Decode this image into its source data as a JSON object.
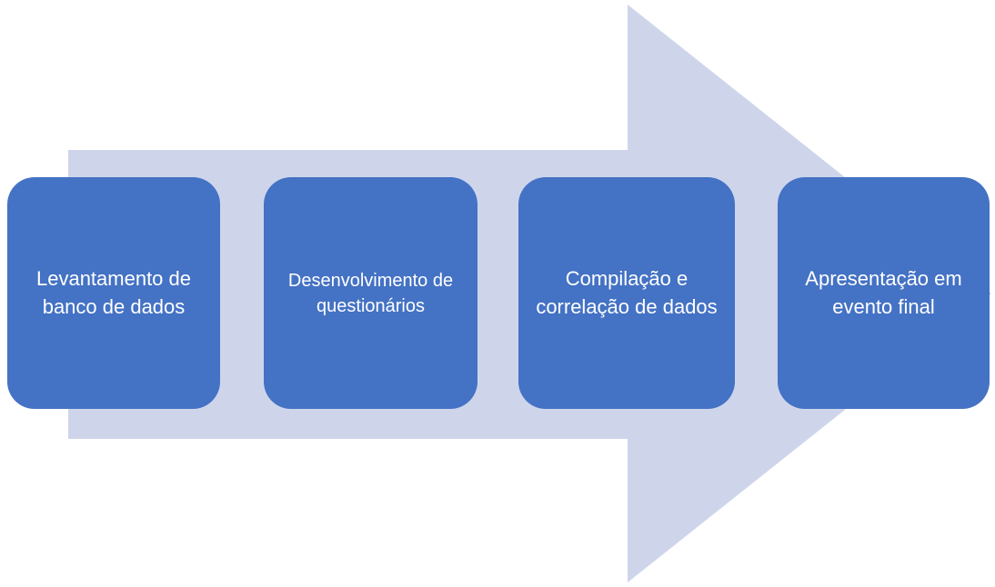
{
  "diagram": {
    "type": "process-arrow",
    "direction": "right",
    "steps": [
      {
        "label": "Levantamento de banco de dados"
      },
      {
        "label": "Desenvolvimento de questionários"
      },
      {
        "label": "Compilação e correlação de dados"
      },
      {
        "label": "Apresentação em evento final"
      }
    ],
    "colors": {
      "arrow": "#CED5EB",
      "box": "#4472C4",
      "text": "#FFFFFF",
      "background": "#FFFFFF"
    }
  }
}
